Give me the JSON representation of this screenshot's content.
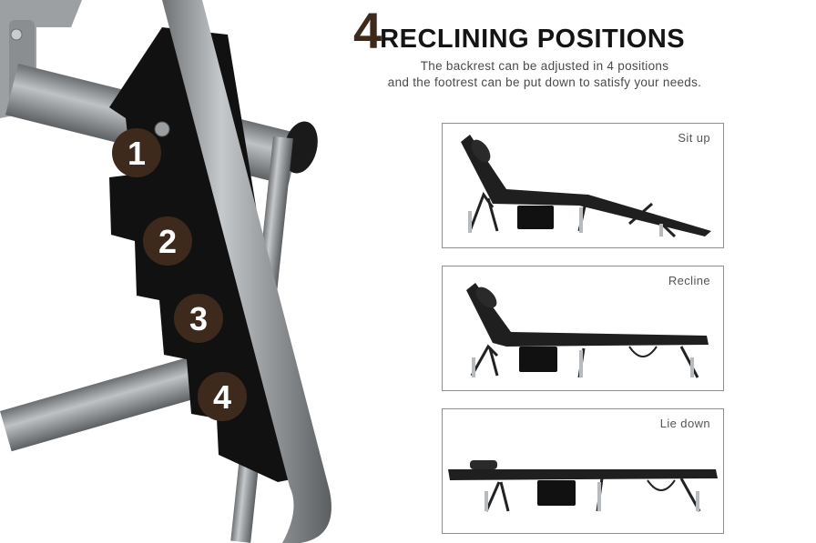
{
  "headline": {
    "number": "4",
    "text": "RECLINING POSITIONS"
  },
  "subtitle": {
    "line1": "The backrest can be adjusted in 4 positions",
    "line2": "and the footrest can be put down to satisfy your needs."
  },
  "positions": [
    "1",
    "2",
    "3",
    "4"
  ],
  "panels": [
    {
      "label": "Sit up"
    },
    {
      "label": "Recline"
    },
    {
      "label": "Lie down"
    }
  ],
  "colors": {
    "badge": "#3e2a1c",
    "frame": "#8f9396",
    "bracket": "#111111",
    "fabric": "#1f1f1f"
  }
}
